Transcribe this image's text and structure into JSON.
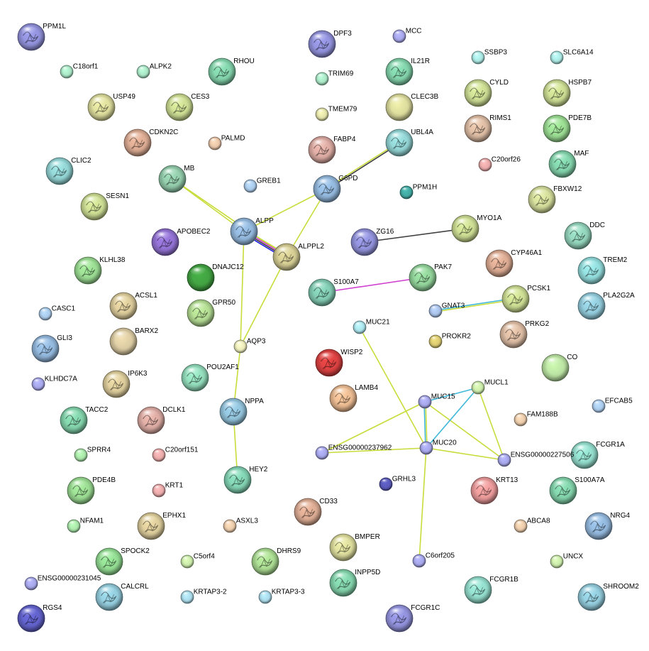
{
  "nodes": [
    {
      "id": "PPM1L",
      "label": "PPM1L",
      "color": "#8f8fd8",
      "size": "large",
      "structure": true
    },
    {
      "id": "C18orf1",
      "label": "C18orf1",
      "color": "#a8e4c4",
      "size": "small",
      "structure": false
    },
    {
      "id": "ALPK2",
      "label": "ALPK2",
      "color": "#a8e4c4",
      "size": "small",
      "structure": false
    },
    {
      "id": "RHOU",
      "label": "RHOU",
      "color": "#80cfa8",
      "size": "large",
      "structure": true
    },
    {
      "id": "DPF3",
      "label": "DPF3",
      "color": "#8f8fd8",
      "size": "large",
      "structure": true
    },
    {
      "id": "MCC",
      "label": "MCC",
      "color": "#a4a4e8",
      "size": "small",
      "structure": false
    },
    {
      "id": "SSBP3",
      "label": "SSBP3",
      "color": "#a8e4e0",
      "size": "small",
      "structure": false
    },
    {
      "id": "SLC6A14",
      "label": "SLC6A14",
      "color": "#a8e4e0",
      "size": "small",
      "structure": false
    },
    {
      "id": "IL21R",
      "label": "IL21R",
      "color": "#80cfa8",
      "size": "large",
      "structure": true
    },
    {
      "id": "TRIM69",
      "label": "TRIM69",
      "color": "#a8e4c4",
      "size": "small",
      "structure": false
    },
    {
      "id": "USP49",
      "label": "USP49",
      "color": "#d8d89a",
      "size": "large",
      "structure": true
    },
    {
      "id": "CES3",
      "label": "CES3",
      "color": "#c8d890",
      "size": "large",
      "structure": true
    },
    {
      "id": "CLEC3B",
      "label": "CLEC3B",
      "color": "#d8d89a",
      "size": "large",
      "structure": false
    },
    {
      "id": "CYLD",
      "label": "CYLD",
      "color": "#c8d890",
      "size": "large",
      "structure": true
    },
    {
      "id": "HSPB7",
      "label": "HSPB7",
      "color": "#c8d890",
      "size": "large",
      "structure": true
    },
    {
      "id": "TMEM79",
      "label": "TMEM79",
      "color": "#e0e0a8",
      "size": "small",
      "structure": false
    },
    {
      "id": "RIMS1",
      "label": "RIMS1",
      "color": "#d8b8a0",
      "size": "large",
      "structure": true
    },
    {
      "id": "PDE7B",
      "label": "PDE7B",
      "color": "#98d890",
      "size": "large",
      "structure": true
    },
    {
      "id": "CDKN2C",
      "label": "CDKN2C",
      "color": "#d8a890",
      "size": "large",
      "structure": true
    },
    {
      "id": "PALMD",
      "label": "PALMD",
      "color": "#e8c4a8",
      "size": "small",
      "structure": false
    },
    {
      "id": "FABP4",
      "label": "FABP4",
      "color": "#d8a8a0",
      "size": "large",
      "structure": true
    },
    {
      "id": "UBL4A",
      "label": "UBL4A",
      "color": "#90d0d0",
      "size": "large",
      "structure": true
    },
    {
      "id": "C20orf26",
      "label": "C20orf26",
      "color": "#e8a8a8",
      "size": "small",
      "structure": false
    },
    {
      "id": "MAF",
      "label": "MAF",
      "color": "#80cfa8",
      "size": "large",
      "structure": true
    },
    {
      "id": "CLIC2",
      "label": "CLIC2",
      "color": "#90d0d0",
      "size": "large",
      "structure": true
    },
    {
      "id": "MB",
      "label": "MB",
      "color": "#90c8a8",
      "size": "large",
      "structure": true
    },
    {
      "id": "GREB1",
      "label": "GREB1",
      "color": "#a8c8e8",
      "size": "small",
      "structure": false
    },
    {
      "id": "G6PD",
      "label": "G6PD",
      "color": "#90b4d8",
      "size": "large",
      "structure": true
    },
    {
      "id": "PPM1H",
      "label": "PPM1H",
      "color": "#40a8a0",
      "size": "small",
      "structure": false
    },
    {
      "id": "FBXW12",
      "label": "FBXW12",
      "color": "#d0d898",
      "size": "large",
      "structure": true
    },
    {
      "id": "SESN1",
      "label": "SESN1",
      "color": "#c8d890",
      "size": "large",
      "structure": true
    },
    {
      "id": "ALPP",
      "label": "ALPP",
      "color": "#90b4d8",
      "size": "large",
      "structure": true
    },
    {
      "id": "APOBEC2",
      "label": "APOBEC2",
      "color": "#9070d0",
      "size": "large",
      "structure": true
    },
    {
      "id": "ZG16",
      "label": "ZG16",
      "color": "#8f8fd8",
      "size": "large",
      "structure": true
    },
    {
      "id": "MYO1A",
      "label": "MYO1A",
      "color": "#c8d890",
      "size": "large",
      "structure": true
    },
    {
      "id": "DDC",
      "label": "DDC",
      "color": "#90d0b8",
      "size": "large",
      "structure": true
    },
    {
      "id": "ALPPL2",
      "label": "ALPPL2",
      "color": "#d0c890",
      "size": "large",
      "structure": true
    },
    {
      "id": "KLHL38",
      "label": "KLHL38",
      "color": "#98d890",
      "size": "large",
      "structure": true
    },
    {
      "id": "DNAJC12",
      "label": "DNAJC12",
      "color": "#40a040",
      "size": "large",
      "structure": false
    },
    {
      "id": "CYP46A1",
      "label": "CYP46A1",
      "color": "#d8a890",
      "size": "large",
      "structure": true
    },
    {
      "id": "TREM2",
      "label": "TREM2",
      "color": "#90d8d8",
      "size": "large",
      "structure": true
    },
    {
      "id": "S100A7",
      "label": "S100A7",
      "color": "#80c8b0",
      "size": "large",
      "structure": true
    },
    {
      "id": "PAK7",
      "label": "PAK7",
      "color": "#90d098",
      "size": "large",
      "structure": true
    },
    {
      "id": "ACSL1",
      "label": "ACSL1",
      "color": "#d8c898",
      "size": "large",
      "structure": true
    },
    {
      "id": "PCSK1",
      "label": "PCSK1",
      "color": "#c8d890",
      "size": "large",
      "structure": true
    },
    {
      "id": "PLA2G2A",
      "label": "PLA2G2A",
      "color": "#90c8d8",
      "size": "large",
      "structure": true
    },
    {
      "id": "CASC1",
      "label": "CASC1",
      "color": "#a8c8e8",
      "size": "small",
      "structure": false
    },
    {
      "id": "GPR50",
      "label": "GPR50",
      "color": "#b0d890",
      "size": "large",
      "structure": true
    },
    {
      "id": "GNAT3",
      "label": "GNAT3",
      "color": "#a8c0e8",
      "size": "small",
      "structure": false
    },
    {
      "id": "MUC21",
      "label": "MUC21",
      "color": "#a8e0e8",
      "size": "small",
      "structure": false
    },
    {
      "id": "PRKG2",
      "label": "PRKG2",
      "color": "#d8b8a0",
      "size": "large",
      "structure": true
    },
    {
      "id": "BARX2",
      "label": "BARX2",
      "color": "#d8c8a0",
      "size": "large",
      "structure": false
    },
    {
      "id": "GLI3",
      "label": "GLI3",
      "color": "#90b4d8",
      "size": "large",
      "structure": true
    },
    {
      "id": "AQP3",
      "label": "AQP3",
      "color": "#e8e8b8",
      "size": "small",
      "structure": false
    },
    {
      "id": "PROKR2",
      "label": "PROKR2",
      "color": "#d8c870",
      "size": "small",
      "structure": false
    },
    {
      "id": "WISP2",
      "label": "WISP2",
      "color": "#d84040",
      "size": "large",
      "structure": true
    },
    {
      "id": "POU2AF1",
      "label": "POU2AF1",
      "color": "#90d8b8",
      "size": "large",
      "structure": true
    },
    {
      "id": "CO",
      "label": "CO",
      "color": "#b8e0a0",
      "size": "large",
      "structure": false
    },
    {
      "id": "IP6K3",
      "label": "IP6K3",
      "color": "#d8c898",
      "size": "large",
      "structure": true
    },
    {
      "id": "KLHDC7A",
      "label": "KLHDC7A",
      "color": "#a4a4e8",
      "size": "small",
      "structure": false
    },
    {
      "id": "MUCL1",
      "label": "MUCL1",
      "color": "#c8e8a8",
      "size": "small",
      "structure": false
    },
    {
      "id": "LAMB4",
      "label": "LAMB4",
      "color": "#e8b890",
      "size": "large",
      "structure": true
    },
    {
      "id": "EFCAB5",
      "label": "EFCAB5",
      "color": "#a8c8e8",
      "size": "small",
      "structure": false
    },
    {
      "id": "NPPA",
      "label": "NPPA",
      "color": "#90c0d8",
      "size": "large",
      "structure": true
    },
    {
      "id": "TACC2",
      "label": "TACC2",
      "color": "#80cfa8",
      "size": "large",
      "structure": true
    },
    {
      "id": "DCLK1",
      "label": "DCLK1",
      "color": "#d8a8a0",
      "size": "large",
      "structure": true
    },
    {
      "id": "MUC15",
      "label": "MUC15",
      "color": "#a4a4e8",
      "size": "small",
      "structure": false
    },
    {
      "id": "FAM188B",
      "label": "FAM188B",
      "color": "#e8c8a8",
      "size": "small",
      "structure": false
    },
    {
      "id": "FCGR1A",
      "label": "FCGR1A",
      "color": "#90d8c8",
      "size": "large",
      "structure": true
    },
    {
      "id": "SPRR4",
      "label": "SPRR4",
      "color": "#a8e4a8",
      "size": "small",
      "structure": false
    },
    {
      "id": "C20orf151",
      "label": "C20orf151",
      "color": "#e8a8a8",
      "size": "small",
      "structure": false
    },
    {
      "id": "ENSG00000237962",
      "label": "ENSG00000237962",
      "color": "#a4a4e8",
      "size": "small",
      "structure": false
    },
    {
      "id": "MUC20",
      "label": "MUC20",
      "color": "#a4a4e8",
      "size": "small",
      "structure": false
    },
    {
      "id": "ENSG00000227506",
      "label": "ENSG00000227506",
      "color": "#a4a4e8",
      "size": "small",
      "structure": false
    },
    {
      "id": "HEY2",
      "label": "HEY2",
      "color": "#80cfb0",
      "size": "large",
      "structure": true
    },
    {
      "id": "PDE4B",
      "label": "PDE4B",
      "color": "#98d890",
      "size": "large",
      "structure": true
    },
    {
      "id": "GRHL3",
      "label": "GRHL3",
      "color": "#5858b8",
      "size": "small",
      "structure": false
    },
    {
      "id": "KRT13",
      "label": "KRT13",
      "color": "#e89898",
      "size": "large",
      "structure": true
    },
    {
      "id": "S100A7A",
      "label": "S100A7A",
      "color": "#80cfa8",
      "size": "large",
      "structure": true
    },
    {
      "id": "KRT1",
      "label": "KRT1",
      "color": "#e8a8a8",
      "size": "small",
      "structure": false
    },
    {
      "id": "CD33",
      "label": "CD33",
      "color": "#d8a890",
      "size": "large",
      "structure": true
    },
    {
      "id": "NFAM1",
      "label": "NFAM1",
      "color": "#a8e4a8",
      "size": "small",
      "structure": false
    },
    {
      "id": "EPHX1",
      "label": "EPHX1",
      "color": "#d8c898",
      "size": "large",
      "structure": true
    },
    {
      "id": "ASXL3",
      "label": "ASXL3",
      "color": "#e8c8a8",
      "size": "small",
      "structure": false
    },
    {
      "id": "ABCA8",
      "label": "ABCA8",
      "color": "#e8c8a8",
      "size": "small",
      "structure": false
    },
    {
      "id": "NRG4",
      "label": "NRG4",
      "color": "#90b4d8",
      "size": "large",
      "structure": true
    },
    {
      "id": "BMPER",
      "label": "BMPER",
      "color": "#d8d89a",
      "size": "large",
      "structure": true
    },
    {
      "id": "SPOCK2",
      "label": "SPOCK2",
      "color": "#90d890",
      "size": "large",
      "structure": true
    },
    {
      "id": "C5orf4",
      "label": "C5orf4",
      "color": "#c8e8a8",
      "size": "small",
      "structure": false
    },
    {
      "id": "DHRS9",
      "label": "DHRS9",
      "color": "#a8d890",
      "size": "large",
      "structure": true
    },
    {
      "id": "UNCX",
      "label": "UNCX",
      "color": "#c8e8a8",
      "size": "small",
      "structure": false
    },
    {
      "id": "INPP5D",
      "label": "INPP5D",
      "color": "#80cfa8",
      "size": "large",
      "structure": true
    },
    {
      "id": "C6orf205",
      "label": "C6orf205",
      "color": "#a4a4e8",
      "size": "small",
      "structure": false
    },
    {
      "id": "FCGR1B",
      "label": "FCGR1B",
      "color": "#90d8c8",
      "size": "large",
      "structure": true
    },
    {
      "id": "ENSG00000231045",
      "label": "ENSG00000231045",
      "color": "#a4a4e8",
      "size": "small",
      "structure": false
    },
    {
      "id": "CALCRL",
      "label": "CALCRL",
      "color": "#90c8d8",
      "size": "large",
      "structure": true
    },
    {
      "id": "KRTAP3-2",
      "label": "KRTAP3-2",
      "color": "#a8d8e8",
      "size": "small",
      "structure": false
    },
    {
      "id": "KRTAP3-3",
      "label": "KRTAP3-3",
      "color": "#a8d8e8",
      "size": "small",
      "structure": false
    },
    {
      "id": "SHROOM2",
      "label": "SHROOM2",
      "color": "#90c8d8",
      "size": "large",
      "structure": true
    },
    {
      "id": "RGS4",
      "label": "RGS4",
      "color": "#6060c8",
      "size": "large",
      "structure": true
    },
    {
      "id": "FCGR1C",
      "label": "FCGR1C",
      "color": "#8f8fd8",
      "size": "large",
      "structure": true
    }
  ],
  "edges": [
    {
      "a": "MB",
      "b": "ALPP",
      "colors": [
        "#c8dc3c"
      ]
    },
    {
      "a": "MB",
      "b": "ALPPL2",
      "colors": [
        "#c8dc3c"
      ]
    },
    {
      "a": "G6PD",
      "b": "UBL4A",
      "colors": [
        "#c8dc3c",
        "#404040"
      ]
    },
    {
      "a": "G6PD",
      "b": "ALPP",
      "colors": [
        "#c8dc3c"
      ]
    },
    {
      "a": "G6PD",
      "b": "ALPPL2",
      "colors": [
        "#c8dc3c"
      ]
    },
    {
      "a": "ALPP",
      "b": "ALPPL2",
      "colors": [
        "#c8dc3c",
        "#d040d0",
        "#404040",
        "#2020e0"
      ]
    },
    {
      "a": "ALPP",
      "b": "AQP3",
      "colors": [
        "#c8dc3c"
      ]
    },
    {
      "a": "ALPPL2",
      "b": "AQP3",
      "colors": [
        "#c8dc3c"
      ]
    },
    {
      "a": "AQP3",
      "b": "NPPA",
      "colors": [
        "#c8dc3c"
      ]
    },
    {
      "a": "NPPA",
      "b": "HEY2",
      "colors": [
        "#c8dc3c"
      ]
    },
    {
      "a": "ZG16",
      "b": "MYO1A",
      "colors": [
        "#404040"
      ]
    },
    {
      "a": "S100A7",
      "b": "PAK7",
      "colors": [
        "#d040d0"
      ]
    },
    {
      "a": "GNAT3",
      "b": "PCSK1",
      "colors": [
        "#40b8d8",
        "#c8dc3c"
      ]
    },
    {
      "a": "MUC21",
      "b": "MUC20",
      "colors": [
        "#c8dc3c"
      ]
    },
    {
      "a": "MUC15",
      "b": "MUCL1",
      "colors": [
        "#40b8d8"
      ]
    },
    {
      "a": "MUC15",
      "b": "MUC20",
      "colors": [
        "#c8dc3c",
        "#40b8d8"
      ]
    },
    {
      "a": "MUC15",
      "b": "ENSG00000237962",
      "colors": [
        "#c8dc3c"
      ]
    },
    {
      "a": "MUC15",
      "b": "ENSG00000227506",
      "colors": [
        "#c8dc3c"
      ]
    },
    {
      "a": "MUCL1",
      "b": "MUC20",
      "colors": [
        "#40b8d8"
      ]
    },
    {
      "a": "MUCL1",
      "b": "ENSG00000227506",
      "colors": [
        "#c8dc3c"
      ]
    },
    {
      "a": "ENSG00000237962",
      "b": "MUC20",
      "colors": [
        "#c8dc3c"
      ]
    },
    {
      "a": "MUC20",
      "b": "ENSG00000227506",
      "colors": [
        "#c8dc3c"
      ]
    },
    {
      "a": "MUC20",
      "b": "C6orf205",
      "colors": [
        "#c8dc3c"
      ]
    }
  ]
}
